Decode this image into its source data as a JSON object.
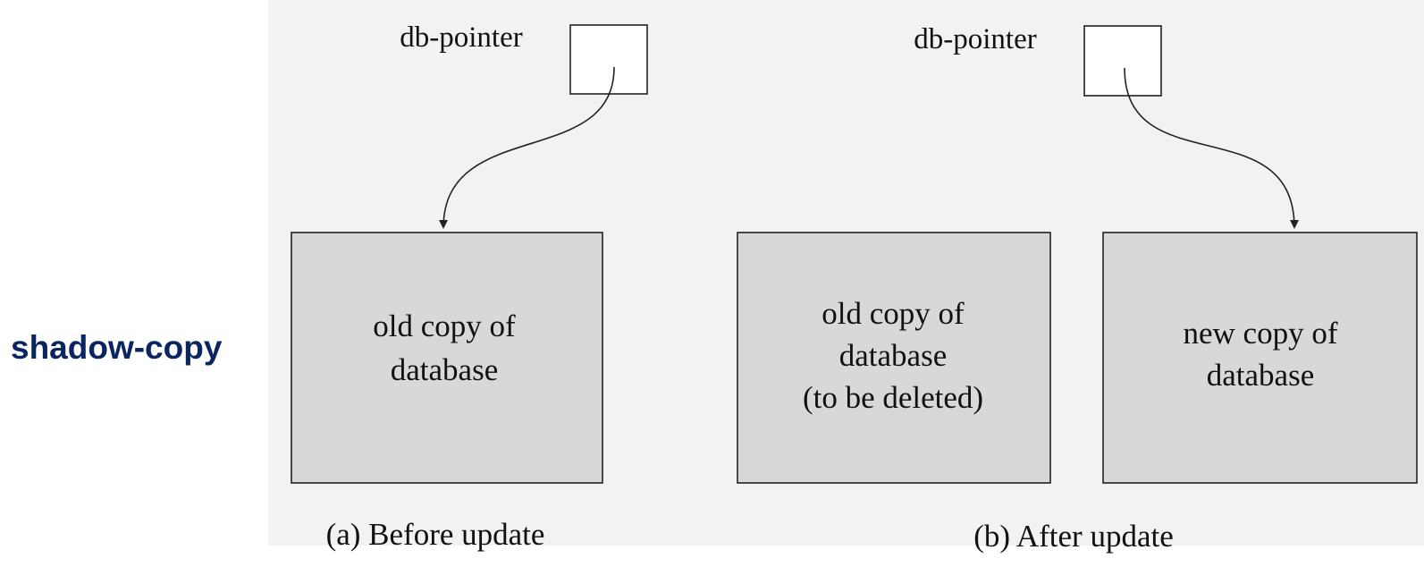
{
  "side_title": "shadow-copy",
  "colors": {
    "side_title": "#0b2560",
    "panel": "#f2f2f2",
    "db_fill": "#d8d8d8",
    "stroke": "#222222"
  },
  "before": {
    "pointer_label": "db-pointer",
    "db_old_line1": "old copy of",
    "db_old_line2": "database",
    "caption": "(a) Before update"
  },
  "after": {
    "pointer_label": "db-pointer",
    "db_old_line1": "old copy of",
    "db_old_line2": "database",
    "db_old_line3": "(to be deleted)",
    "db_new_line1": "new copy of",
    "db_new_line2": "database",
    "caption": "(b) After update"
  }
}
